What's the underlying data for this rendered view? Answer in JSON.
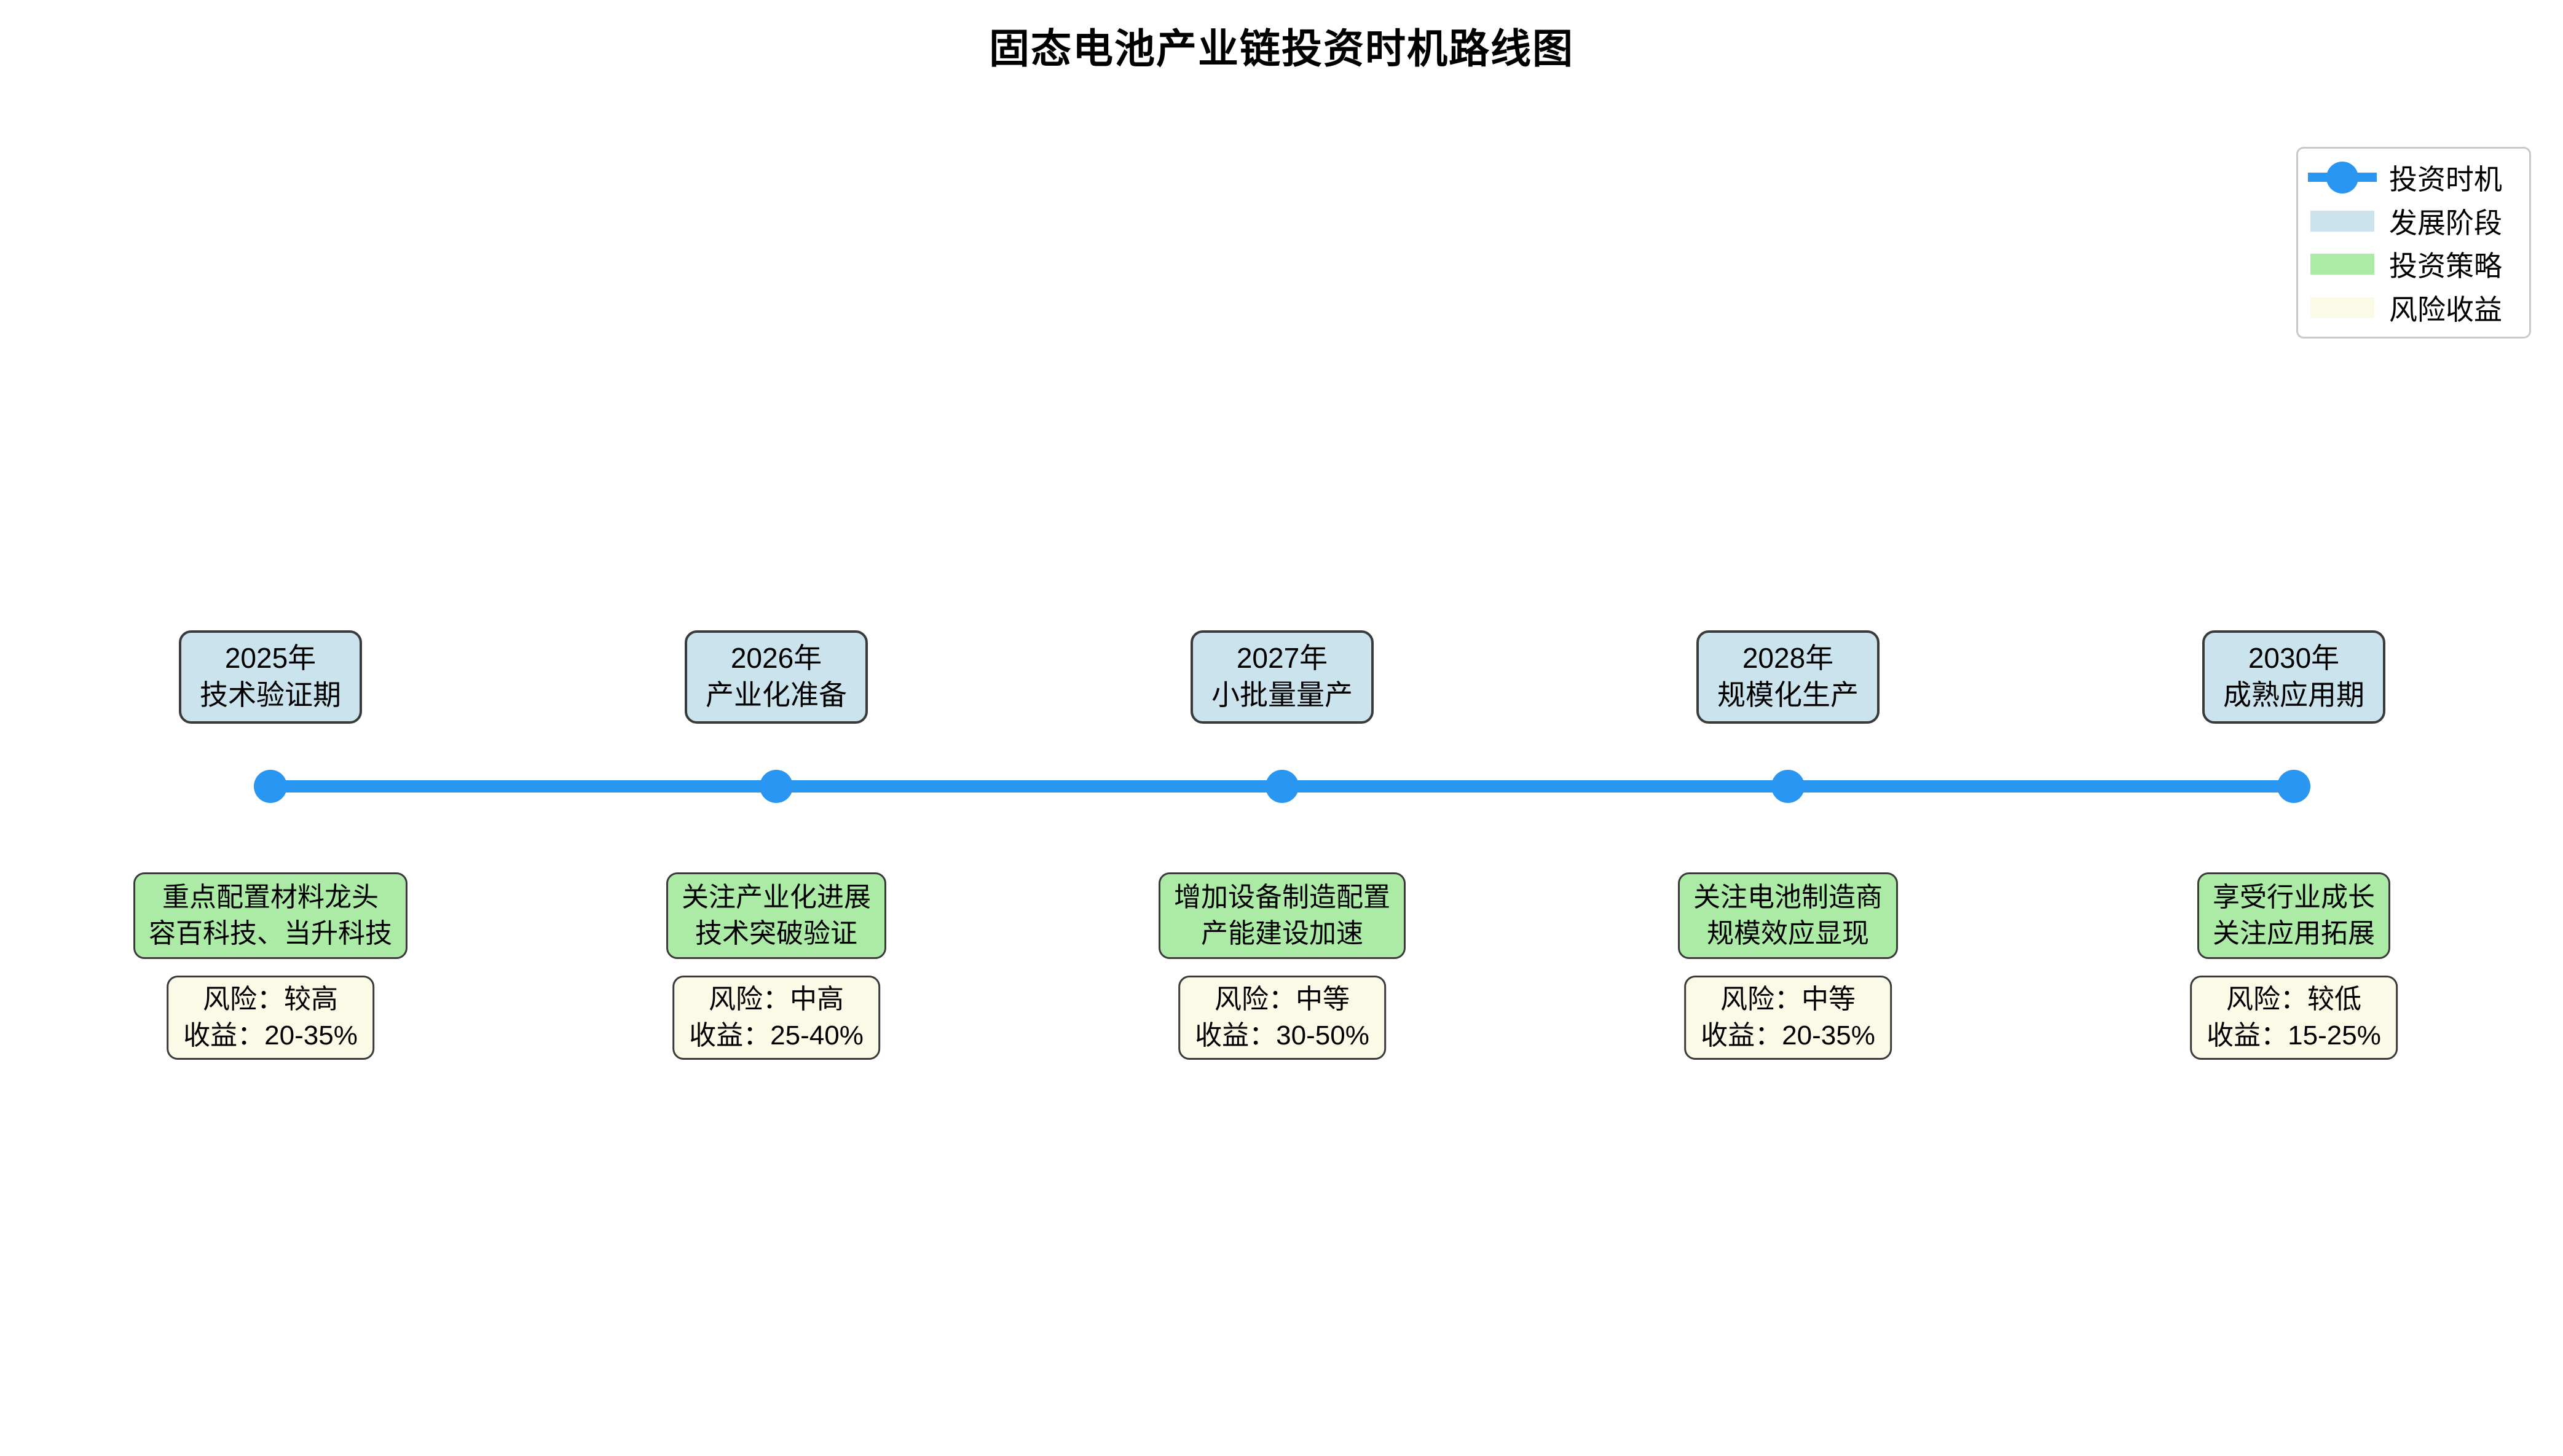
{
  "title": "固态电池产业链投资时机路线图",
  "colors": {
    "timeline_blue": "#2996F1",
    "stage_fill": "#CBE3ED",
    "strategy_fill": "#ACEBA6",
    "risk_fill": "#FAFAE6",
    "box_border": "#3a3a3a",
    "legend_border": "#c9c9c9"
  },
  "legend": {
    "items": [
      {
        "label": "投资时机",
        "swatch": "line-marker",
        "color": "#2996F1"
      },
      {
        "label": "发展阶段",
        "swatch": "rect",
        "color": "#CBE3ED"
      },
      {
        "label": "投资策略",
        "swatch": "rect",
        "color": "#ACEBA6"
      },
      {
        "label": "风险收益",
        "swatch": "rect",
        "color": "#FAFAE6"
      }
    ]
  },
  "timeline": {
    "nodes": [
      {
        "year": "2025年",
        "stage": "技术验证期",
        "strategy_line1": "重点配置材料龙头",
        "strategy_line2": "容百科技、当升科技",
        "risk": "风险：较高",
        "return": "收益：20-35%"
      },
      {
        "year": "2026年",
        "stage": "产业化准备",
        "strategy_line1": "关注产业化进展",
        "strategy_line2": "技术突破验证",
        "risk": "风险：中高",
        "return": "收益：25-40%"
      },
      {
        "year": "2027年",
        "stage": "小批量量产",
        "strategy_line1": "增加设备制造配置",
        "strategy_line2": "产能建设加速",
        "risk": "风险：中等",
        "return": "收益：30-50%"
      },
      {
        "year": "2028年",
        "stage": "规模化生产",
        "strategy_line1": "关注电池制造商",
        "strategy_line2": "规模效应显现",
        "risk": "风险：中等",
        "return": "收益：20-35%"
      },
      {
        "year": "2030年",
        "stage": "成熟应用期",
        "strategy_line1": "享受行业成长",
        "strategy_line2": "关注应用拓展",
        "risk": "风险：较低",
        "return": "收益：15-25%"
      }
    ]
  }
}
